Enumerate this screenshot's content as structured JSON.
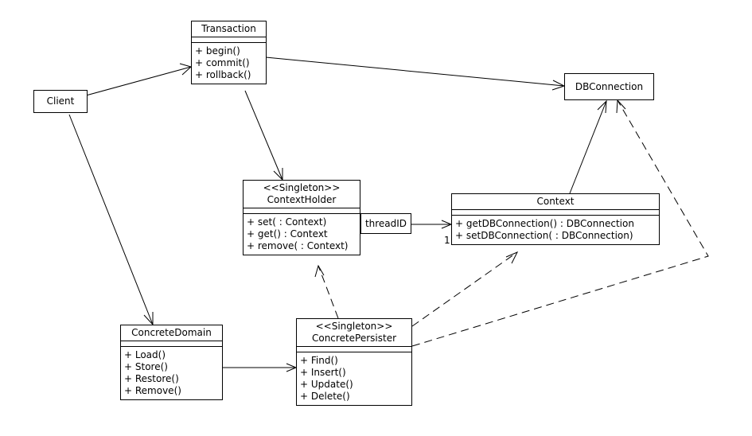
{
  "classes": {
    "transaction": {
      "name": "Transaction",
      "ops": [
        "+ begin()",
        "+ commit()",
        "+ rollback()"
      ]
    },
    "client": {
      "name": "Client"
    },
    "dbconnection": {
      "name": "DBConnection"
    },
    "contextholder": {
      "stereotype": "<<Singleton>>",
      "name": "ContextHolder",
      "ops": [
        "+ set( : Context)",
        "+ get() : Context",
        "+ remove( : Context)"
      ]
    },
    "context": {
      "name": "Context",
      "ops": [
        "+ getDBConnection() : DBConnection",
        "+ setDBConnection( : DBConnection)"
      ]
    },
    "concretedomain": {
      "name": "ConcreteDomain",
      "ops": [
        "+ Load()",
        "+ Store()",
        "+ Restore()",
        "+ Remove()"
      ]
    },
    "concretepersister": {
      "stereotype": "<<Singleton>>",
      "name": "ConcretePersister",
      "ops": [
        "+ Find()",
        "+ Insert()",
        "+ Update()",
        "+ Delete()"
      ]
    }
  },
  "associations": {
    "qualifier": "threadID",
    "multiplicity": "1"
  }
}
